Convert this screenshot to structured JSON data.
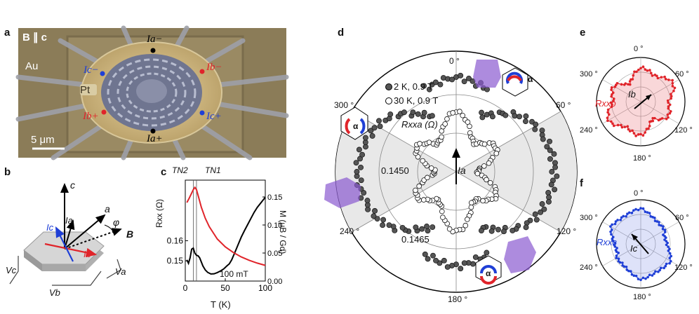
{
  "panels": {
    "a": {
      "label": "a",
      "field_label": "B ∥ c",
      "au_label": "Au",
      "pt_label": "Pt",
      "scale_bar": "5 μm",
      "current_labels": {
        "ia_minus": "Ia−",
        "ia_plus": "Ia+",
        "ib_minus": "Ib−",
        "ib_plus": "Ib+",
        "ic_minus": "Ic−",
        "ic_plus": "Ic+"
      },
      "colors": {
        "b": "#e0242a",
        "c": "#1f3fd6",
        "a": "#111111"
      }
    },
    "b": {
      "label": "b",
      "axes": {
        "c": "c",
        "a": "a",
        "phi": "φ",
        "B": "B"
      },
      "currents": {
        "Ia": "Ia",
        "Ib": "Ib",
        "Ic": "Ic"
      },
      "voltages": {
        "Va": "Va",
        "Vb": "Vb",
        "Vc": "Vc"
      }
    },
    "c": {
      "label": "c",
      "tn2": "TN2",
      "tn1": "TN1",
      "field": "100 mT"
    },
    "d": {
      "label": "d",
      "legend": [
        "2 K, 0.9 T",
        "30 K, 0.9 T"
      ],
      "r_label": "Rxxa (Ω)",
      "current_label": "Ia",
      "ring_labels": [
        "0.1450",
        "0.1465"
      ],
      "angle_labels": [
        "0 °",
        "60 °",
        "120 °",
        "180 °",
        "240 °",
        "300 °"
      ],
      "alpha": "α"
    },
    "e": {
      "label": "e",
      "r_label": "Rxxb",
      "current_label": "Ib",
      "angle_labels": [
        "0 °",
        "60 °",
        "120 °",
        "180 °",
        "240 °",
        "300 °"
      ]
    },
    "f": {
      "label": "f",
      "r_label": "Rxxc",
      "current_label": "Ic",
      "angle_labels": [
        "0 °",
        "60 °",
        "120 °",
        "180 °",
        "240 °",
        "300 °"
      ]
    }
  },
  "chart_data": {
    "type": "line",
    "xlabel": "T (K)",
    "ylabel_left": "Rxx (Ω)",
    "ylabel_right": "M (μB / Gd)",
    "xlim": [
      0,
      100
    ],
    "ylim_left": [
      0.14,
      0.19
    ],
    "ylim_right": [
      0,
      0.18
    ],
    "x_ticks": [
      "0",
      "50",
      "100"
    ],
    "y_ticks_left": [
      "0.15",
      "0.16"
    ],
    "y_ticks_right": [
      "0.00",
      "0.05",
      "0.10",
      "0.15"
    ],
    "annotations": [
      "TN2",
      "TN1",
      "100 mT"
    ],
    "series": [
      {
        "axis": "left",
        "color": "#000000",
        "x": [
          2,
          4,
          6,
          8,
          10,
          12,
          14,
          16,
          18,
          20,
          22,
          25,
          28,
          32,
          36,
          40,
          44,
          48,
          52,
          55,
          58,
          62,
          66,
          70,
          74,
          78,
          82,
          86,
          90,
          94,
          98,
          100
        ],
        "y": [
          0.1505,
          0.1488,
          0.1515,
          0.1558,
          0.1563,
          0.1538,
          0.1528,
          0.1525,
          0.1515,
          0.1495,
          0.1475,
          0.1455,
          0.1443,
          0.1435,
          0.1436,
          0.1442,
          0.145,
          0.146,
          0.1475,
          0.1485,
          0.1505,
          0.1542,
          0.158,
          0.1618,
          0.165,
          0.168,
          0.171,
          0.174,
          0.1765,
          0.1785,
          0.1805,
          0.1815
        ]
      },
      {
        "axis": "right",
        "color": "#e0242a",
        "x": [
          2,
          5,
          8,
          10,
          12,
          14,
          16,
          20,
          25,
          30,
          40,
          50,
          60,
          70,
          80,
          90,
          100
        ],
        "y": [
          0.14,
          0.148,
          0.157,
          0.163,
          0.167,
          0.163,
          0.153,
          0.132,
          0.112,
          0.097,
          0.075,
          0.061,
          0.051,
          0.043,
          0.037,
          0.032,
          0.028
        ]
      }
    ]
  }
}
